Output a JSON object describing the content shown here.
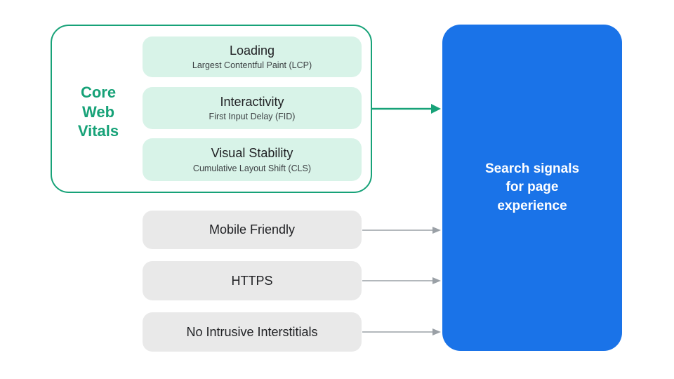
{
  "cwv": {
    "label": "Core\nWeb\nVitals",
    "items": [
      {
        "title": "Loading",
        "subtitle": "Largest Contentful Paint (LCP)"
      },
      {
        "title": "Interactivity",
        "subtitle": "First Input Delay (FID)"
      },
      {
        "title": "Visual Stability",
        "subtitle": "Cumulative Layout Shift (CLS)"
      }
    ]
  },
  "signals": [
    {
      "label": "Mobile Friendly"
    },
    {
      "label": "HTTPS"
    },
    {
      "label": "No Intrusive Interstitials"
    }
  ],
  "result": {
    "label": "Search signals\nfor page\nexperience"
  },
  "colors": {
    "accent_green": "#17A278",
    "light_green": "#D8F3E8",
    "pill_gray": "#E9E9E9",
    "arrow_gray": "#9AA0A6",
    "result_blue": "#1A73E8",
    "text_dark": "#202124"
  }
}
